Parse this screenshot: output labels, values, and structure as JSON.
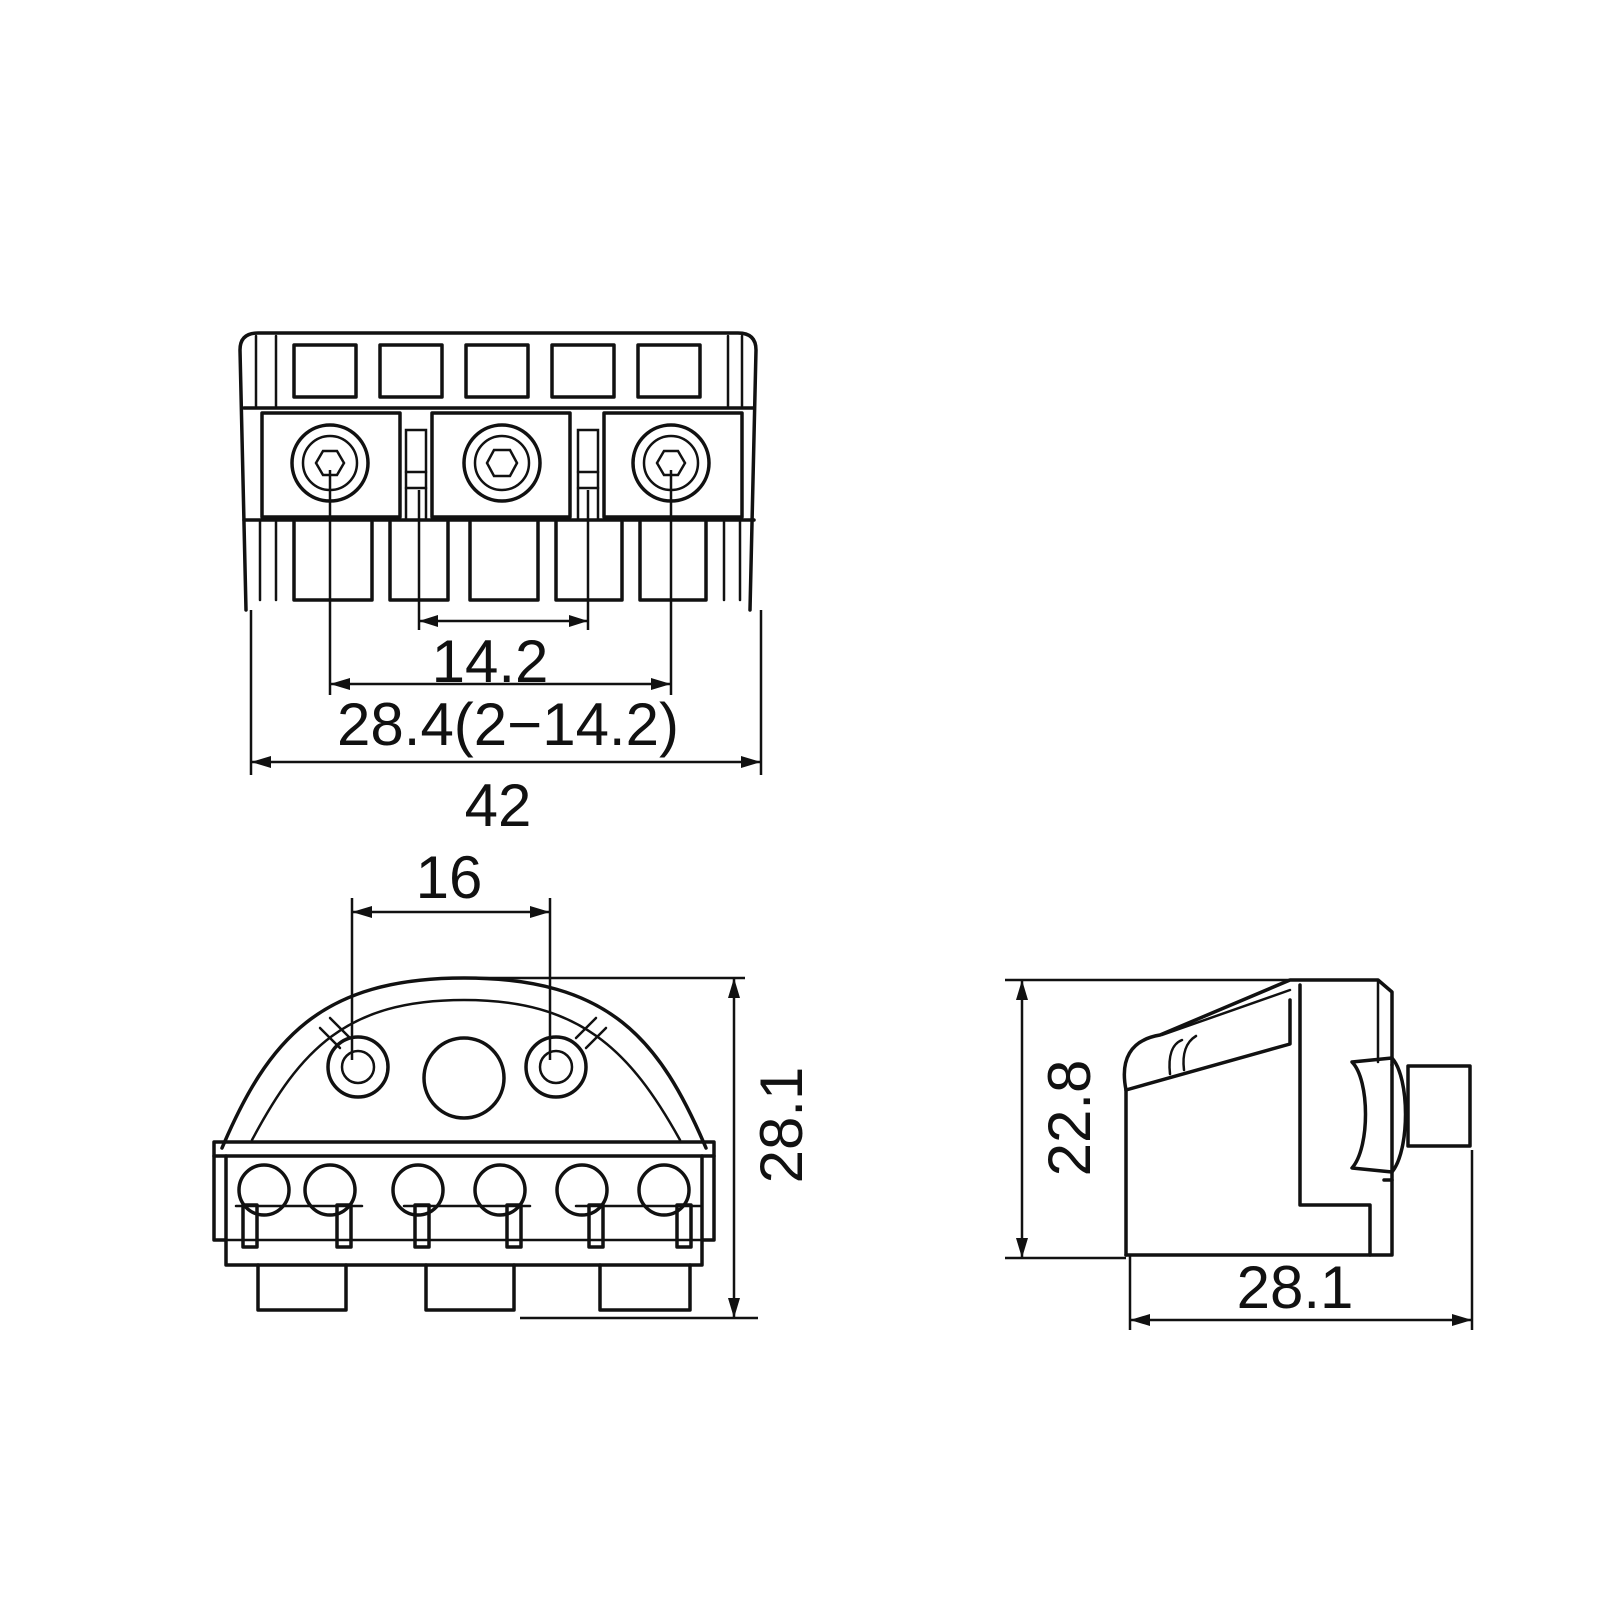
{
  "dimensions": {
    "string_spacing": "14.2",
    "outer_string_spacing": "28.4(2−14.2)",
    "overall_width": "42",
    "mount_hole_spacing": "16",
    "front_height": "28.1",
    "side_height": "22.8",
    "side_depth": "28.1"
  },
  "colors": {
    "line": "#111111",
    "background": "#ffffff"
  }
}
